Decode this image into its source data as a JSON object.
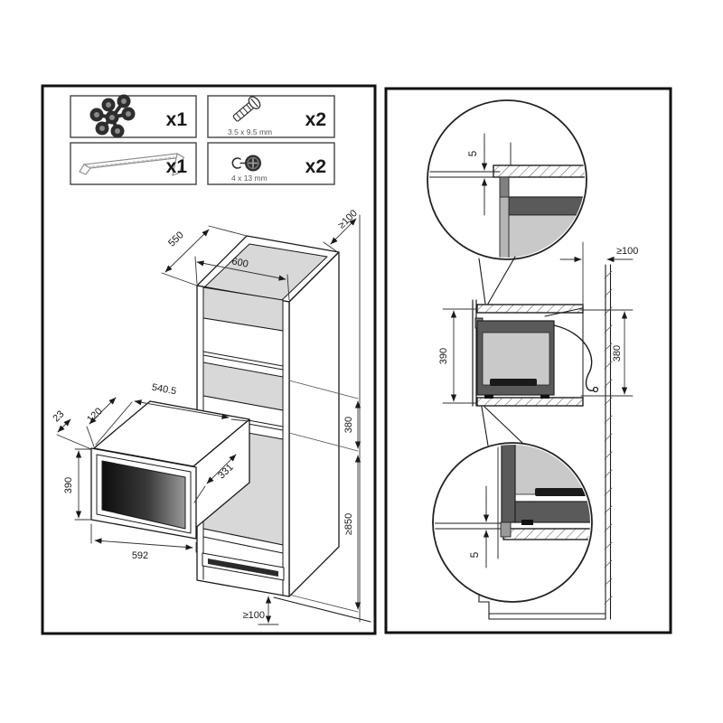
{
  "parts_list": {
    "caps": {
      "qty": "x1"
    },
    "screw_small": {
      "size": "3.5 x 9.5 mm",
      "qty": "x2"
    },
    "trim": {
      "qty": "x1"
    },
    "screw_large": {
      "size": "4 x 13 mm",
      "qty": "x2"
    }
  },
  "cabinet": {
    "depth": "550",
    "width": "600",
    "rear_gap": "≥100",
    "niche_height": "380",
    "lower_height": "≥850",
    "floor_gap": "≥100"
  },
  "oven": {
    "body_width": "540.5",
    "front_depth": "120",
    "lip": "23",
    "height": "390",
    "width": "592",
    "body_depth": "331"
  },
  "section": {
    "top_gap": "5",
    "rear_gap": "≥100",
    "front_height": "390",
    "rear_height": "380",
    "bottom_gap": "5"
  },
  "colors": {
    "line": "#1a1a1a",
    "panel_fill": "#d8d8d8",
    "oven_body": "#5a5a5a",
    "oven_cavity": "#c9c9c9",
    "dark_bar": "#1a1a1a"
  }
}
